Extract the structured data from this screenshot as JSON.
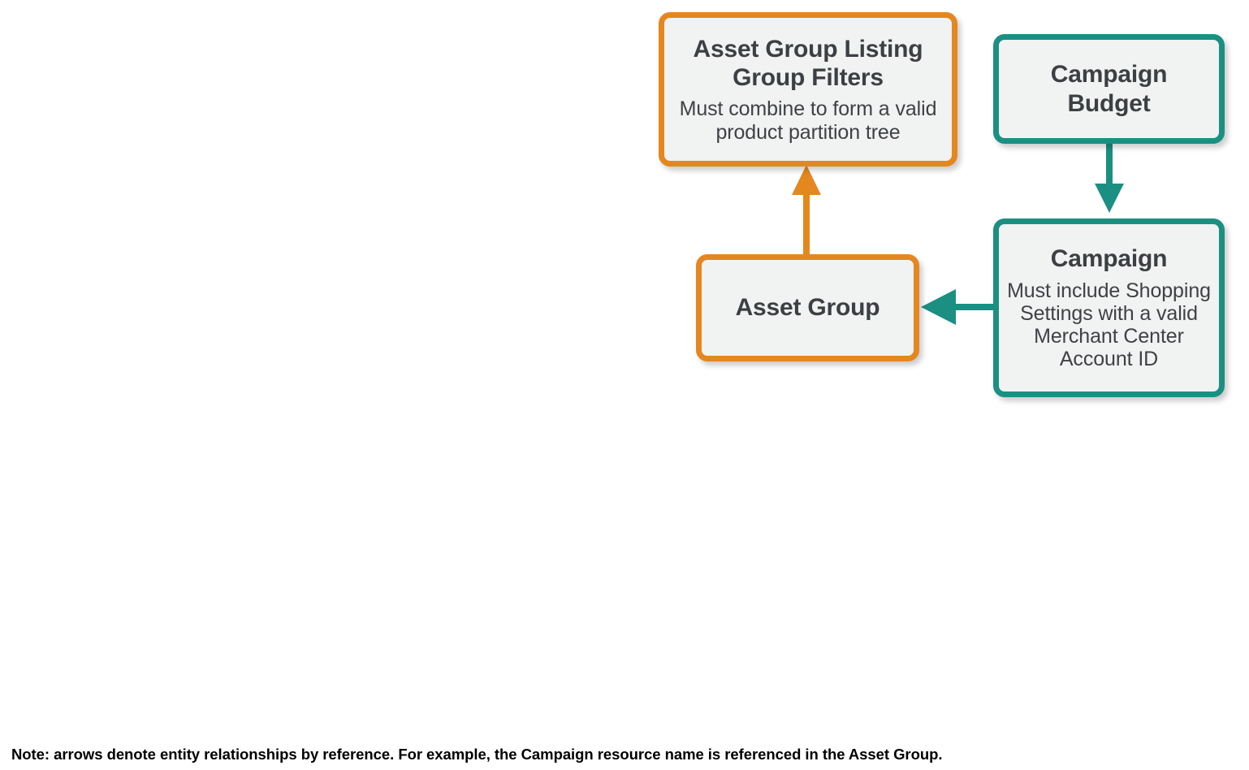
{
  "diagram": {
    "type": "entity-relationship",
    "background_color": "#ffffff",
    "palette": {
      "orange": "#e5871f",
      "teal": "#1b8f82",
      "node_fill": "#f1f2f2",
      "title_text": "#3c4043",
      "body_text": "#3f4245",
      "footnote_text": "#000000"
    },
    "nodes": [
      {
        "id": "asset-group-listing-group-filters",
        "title": "Asset Group Listing Group Filters",
        "description": "Must combine to form a valid product partition tree",
        "color": "orange"
      },
      {
        "id": "campaign-budget",
        "title": "Campaign Budget",
        "description": "",
        "color": "teal"
      },
      {
        "id": "asset-group",
        "title": "Asset Group",
        "description": "",
        "color": "orange"
      },
      {
        "id": "campaign",
        "title": "Campaign",
        "description": "Must include Shopping Settings with a valid Merchant Center Account ID",
        "color": "teal"
      }
    ],
    "edges": [
      {
        "id": "asset-group-to-listing-group-filters",
        "from": "asset-group",
        "to": "asset-group-listing-group-filters",
        "direction": "up",
        "color": "orange"
      },
      {
        "id": "campaign-budget-to-campaign",
        "from": "campaign-budget",
        "to": "campaign",
        "direction": "down",
        "color": "teal"
      },
      {
        "id": "campaign-to-asset-group",
        "from": "campaign",
        "to": "asset-group",
        "direction": "left",
        "color": "teal"
      }
    ],
    "footnote": "Note: arrows denote entity relationships by reference. For example, the Campaign resource name is referenced in the Asset Group."
  }
}
